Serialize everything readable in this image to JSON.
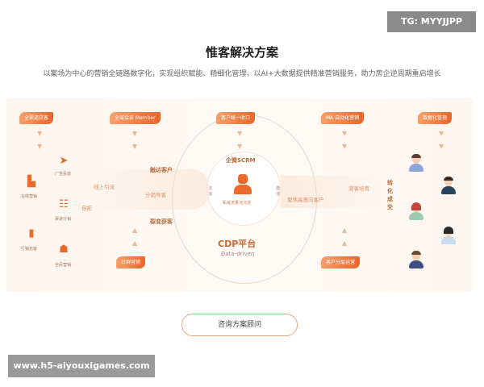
{
  "header": {
    "title": "惟客解决方案",
    "subtitle": "以案场为中心的营销全链路数字化，实现组织赋能、精细化管理，以AI+大数据提供精准营销服务，助力房企逆周期重启增长"
  },
  "diagram": {
    "top_tags": [
      "全渠道获客",
      "全域会员 Member",
      "客户统一收口",
      "MA 自动化营销",
      "数据化管理"
    ],
    "bottom_tags": [
      "社群营销",
      "客户分层运营"
    ],
    "channels": [
      {
        "icon": "paper-plane-icon",
        "label": "广告投放"
      },
      {
        "icon": "building-icon",
        "label": "在线营销"
      },
      {
        "icon": "org-chart-icon",
        "label": "渠道分销"
      },
      {
        "icon": "bar-chart-icon",
        "label": "行销拓客"
      },
      {
        "icon": "group-icon",
        "label": "全民营销"
      }
    ],
    "flows": {
      "online": "线上引流",
      "self": "自拓",
      "distribution": "分销导客",
      "reach": "触达客户",
      "fission": "裂变获客",
      "precipitate": "沉淀",
      "activate": "激活",
      "high_intent": "聚焦高意向客户",
      "nurture": "潜客培育",
      "convert": "转化成交"
    },
    "center": {
      "scrm": "企微SCRM",
      "pool": "私域流量池沉淀",
      "cdp": "CDP平台",
      "cdp_sub": "Data-driven"
    },
    "accent": "#e9652a"
  },
  "cta": {
    "label": "咨询方案顾问"
  },
  "watermarks": {
    "tg": "TG: MYYJJPP",
    "site": "www.h5-aiyouxigames.com"
  }
}
